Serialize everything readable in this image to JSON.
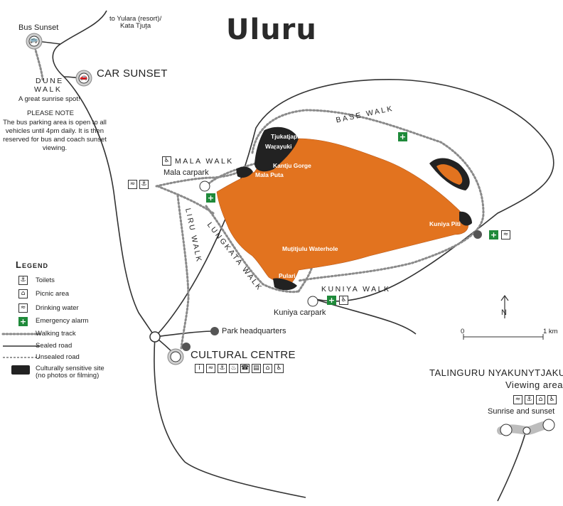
{
  "title": "Uluru",
  "colors": {
    "rock": "#e2731f",
    "sensitive": "#222222",
    "green": "#1f8a3a",
    "road": "#333333",
    "track": "#888888"
  },
  "top_road_label": "to Yulara (resort)/\nKata Tjuṯa",
  "bus_sunset": "Bus Sunset",
  "car_sunset": "CAR SUNSET",
  "dune_walk": {
    "line1": "DUNE",
    "line2": "WALK",
    "note": "A great sunrise spot!"
  },
  "please_note": {
    "heading": "PLEASE NOTE",
    "body": "The bus parking area is open to all vehicles until 4pm daily. It is then reserved for bus and coach sunset viewing."
  },
  "walks": {
    "base": "BASE WALK",
    "mala": "MALA WALK",
    "liru": "LIRU WALK",
    "lungkata": "LUNGKATA WALK",
    "kuniya": "KUNIYA WALK"
  },
  "carparks": {
    "mala": "Mala carpark",
    "kuniya": "Kuniya carpark"
  },
  "rock_labels": {
    "tjukatjapi": "Tjukatjapi",
    "warayuki": "Waṟayuki",
    "kantju": "Kantju Gorge",
    "mala_puta": "Mala Puta",
    "kuniya_piti": "Kuniya Piti",
    "mutitjulu": "Muṯitjulu Waterhole",
    "pulari": "Pulari"
  },
  "park_hq": "Park headquarters",
  "cultural_centre": "CULTURAL CENTRE",
  "scale": {
    "start": "0",
    "end": "1 km"
  },
  "north": "N",
  "talinguru": {
    "name": "TALINGURU NYAKUNYTJAKU",
    "sub": "Viewing area",
    "sunrise": "Sunrise and sunset"
  },
  "legend": {
    "title": "Legend",
    "items": [
      {
        "label": "Toilets",
        "icon": "toilets-icon"
      },
      {
        "label": "Picnic area",
        "icon": "picnic-icon"
      },
      {
        "label": "Drinking water",
        "icon": "drinking-water-icon"
      },
      {
        "label": "Emergency alarm",
        "icon": "emergency-alarm-icon"
      },
      {
        "label": "Walking track",
        "icon": "walking-track-line"
      },
      {
        "label": "Sealed road",
        "icon": "sealed-road-line"
      },
      {
        "label": "Unsealed road",
        "icon": "unsealed-road-line"
      },
      {
        "label": "Culturally sensitive site\n(no photos or filming)",
        "icon": "sensitive-site-swatch"
      }
    ]
  }
}
